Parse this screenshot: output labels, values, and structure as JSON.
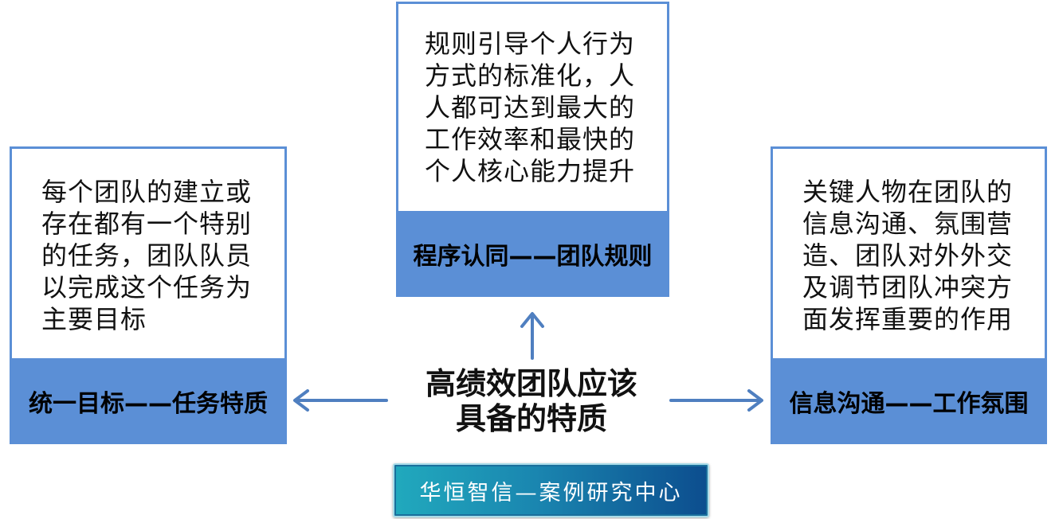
{
  "center": {
    "lines": [
      "高绩效团队应该",
      "具备的特质"
    ]
  },
  "boxes": {
    "top": {
      "lines": [
        "规则引导个人行为",
        "方式的标准化，人",
        "人都可达到最大的",
        "工作效率和最快的",
        "个人核心能力提升"
      ],
      "label": "程序认同——团队规则"
    },
    "left": {
      "lines": [
        "每个团队的建立或",
        "存在都有一个特别",
        "的任务，团队队员",
        "以完成这个任务为",
        "主要目标"
      ],
      "label": "统一目标——任务特质"
    },
    "right": {
      "lines": [
        "关键人物在团队的",
        "信息沟通、氛围营",
        "造、团队对外外交",
        "及调节团队冲突方",
        "面发挥重要的作用"
      ],
      "label": "信息沟通——工作氛围"
    }
  },
  "badge": {
    "text": "华恒智信—案例研究中心"
  },
  "colors": {
    "box_border": "#5b8fd6",
    "label_background": "#5b8fd6",
    "arrow": "#4f7fc0",
    "badge_left": "#21a9bd",
    "badge_right": "#0c4d8e"
  }
}
